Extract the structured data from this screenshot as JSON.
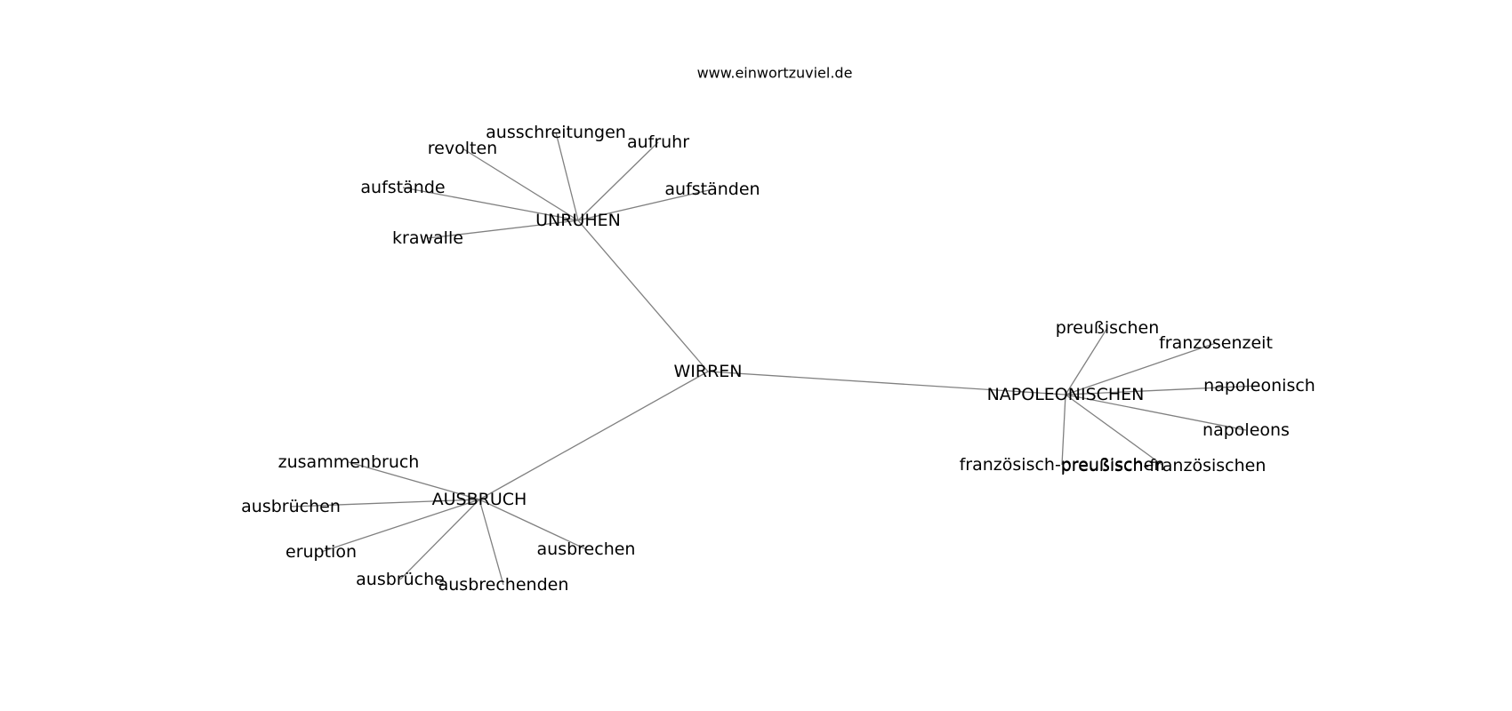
{
  "site_label": "www.einwortzuviel.de",
  "graph": {
    "nodes": [
      {
        "id": "wirren",
        "label": "WIRREN"
      },
      {
        "id": "unruhen",
        "label": "UNRUHEN"
      },
      {
        "id": "ausbruch",
        "label": "AUSBRUCH"
      },
      {
        "id": "napoleonischen",
        "label": "NAPOLEONISCHEN"
      },
      {
        "id": "revolten",
        "label": "revolten"
      },
      {
        "id": "ausschreitungen",
        "label": "ausschreitungen"
      },
      {
        "id": "aufruhr",
        "label": "aufruhr"
      },
      {
        "id": "aufstaende",
        "label": "aufstände"
      },
      {
        "id": "aufstaenden",
        "label": "aufständen"
      },
      {
        "id": "krawalle",
        "label": "krawalle"
      },
      {
        "id": "preussischen",
        "label": "preußischen"
      },
      {
        "id": "franzosenzeit",
        "label": "franzosenzeit"
      },
      {
        "id": "napoleonisch",
        "label": "napoleonisch"
      },
      {
        "id": "napoleons",
        "label": "napoleons"
      },
      {
        "id": "franz-preuss",
        "label": "französisch-preußischen"
      },
      {
        "id": "preuss-franz",
        "label": "preußisch-französischen"
      },
      {
        "id": "zusammenbruch",
        "label": "zusammenbruch"
      },
      {
        "id": "ausbruechen",
        "label": "ausbrüchen"
      },
      {
        "id": "eruption",
        "label": "eruption"
      },
      {
        "id": "ausbrueche",
        "label": "ausbrüche"
      },
      {
        "id": "ausbrechenden",
        "label": "ausbrechenden"
      },
      {
        "id": "ausbrechen",
        "label": "ausbrechen"
      }
    ],
    "edges": [
      [
        "wirren",
        "unruhen"
      ],
      [
        "wirren",
        "ausbruch"
      ],
      [
        "wirren",
        "napoleonischen"
      ],
      [
        "unruhen",
        "revolten"
      ],
      [
        "unruhen",
        "ausschreitungen"
      ],
      [
        "unruhen",
        "aufruhr"
      ],
      [
        "unruhen",
        "aufstaende"
      ],
      [
        "unruhen",
        "aufstaenden"
      ],
      [
        "unruhen",
        "krawalle"
      ],
      [
        "napoleonischen",
        "preussischen"
      ],
      [
        "napoleonischen",
        "franzosenzeit"
      ],
      [
        "napoleonischen",
        "napoleonisch"
      ],
      [
        "napoleonischen",
        "napoleons"
      ],
      [
        "napoleonischen",
        "franz-preuss"
      ],
      [
        "napoleonischen",
        "preuss-franz"
      ],
      [
        "ausbruch",
        "zusammenbruch"
      ],
      [
        "ausbruch",
        "ausbruechen"
      ],
      [
        "ausbruch",
        "eruption"
      ],
      [
        "ausbruch",
        "ausbrueche"
      ],
      [
        "ausbruch",
        "ausbrechenden"
      ],
      [
        "ausbruch",
        "ausbrechen"
      ]
    ]
  }
}
